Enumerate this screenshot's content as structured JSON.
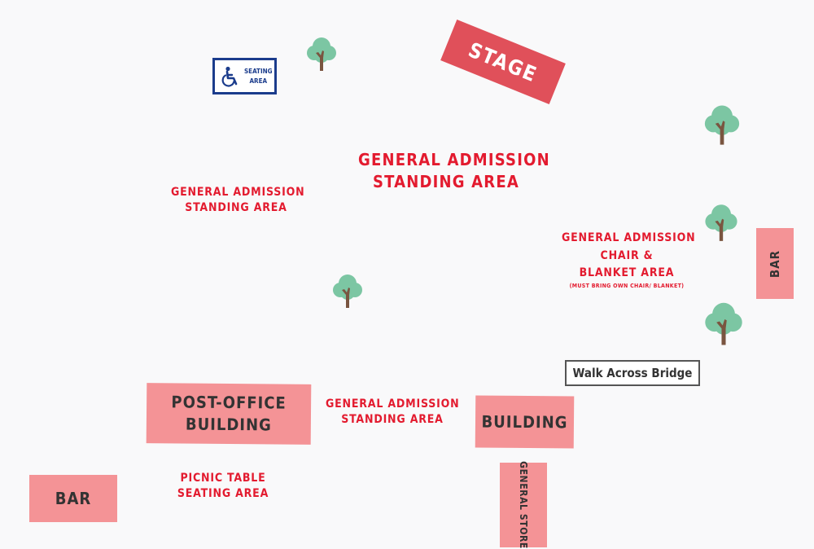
{
  "stage": {
    "label": "STAGE"
  },
  "seating_sign": {
    "line1": "SEATING",
    "line2": "AREA",
    "icon": "wheelchair-icon",
    "color": "#1b3c8c"
  },
  "zones": {
    "main": [
      "GENERAL ADMISSION",
      "STANDING AREA"
    ],
    "left": [
      "GENERAL ADMISSION",
      "STANDING AREA"
    ],
    "bottom": [
      "GENERAL ADMISSION",
      "STANDING AREA"
    ],
    "picnic": [
      "PICNIC TABLE",
      "SEATING AREA"
    ],
    "chair": {
      "lines": [
        "GENERAL ADMISSION",
        "CHAIR &",
        "BLANKET AREA"
      ],
      "note": "(MUST BRING OWN CHAIR/ BLANKET)"
    }
  },
  "buildings": {
    "post_office": [
      "POST-OFFICE",
      "BUILDING"
    ],
    "building": "BUILDING",
    "bar_left": "BAR",
    "bar_right": "BAR",
    "general_store": "GENERAL STORE"
  },
  "bridge": {
    "label": "Walk Across Bridge"
  },
  "trees": [
    "tree-icon",
    "tree-icon",
    "tree-icon",
    "tree-icon",
    "tree-icon"
  ],
  "colors": {
    "zone_text": "#e31b2f",
    "building_fill": "#f49396",
    "stage_fill": "#e0505a",
    "tree_canopy": "#7cc6a3",
    "tree_trunk": "#7a5540",
    "background": "#f9f9fa"
  }
}
